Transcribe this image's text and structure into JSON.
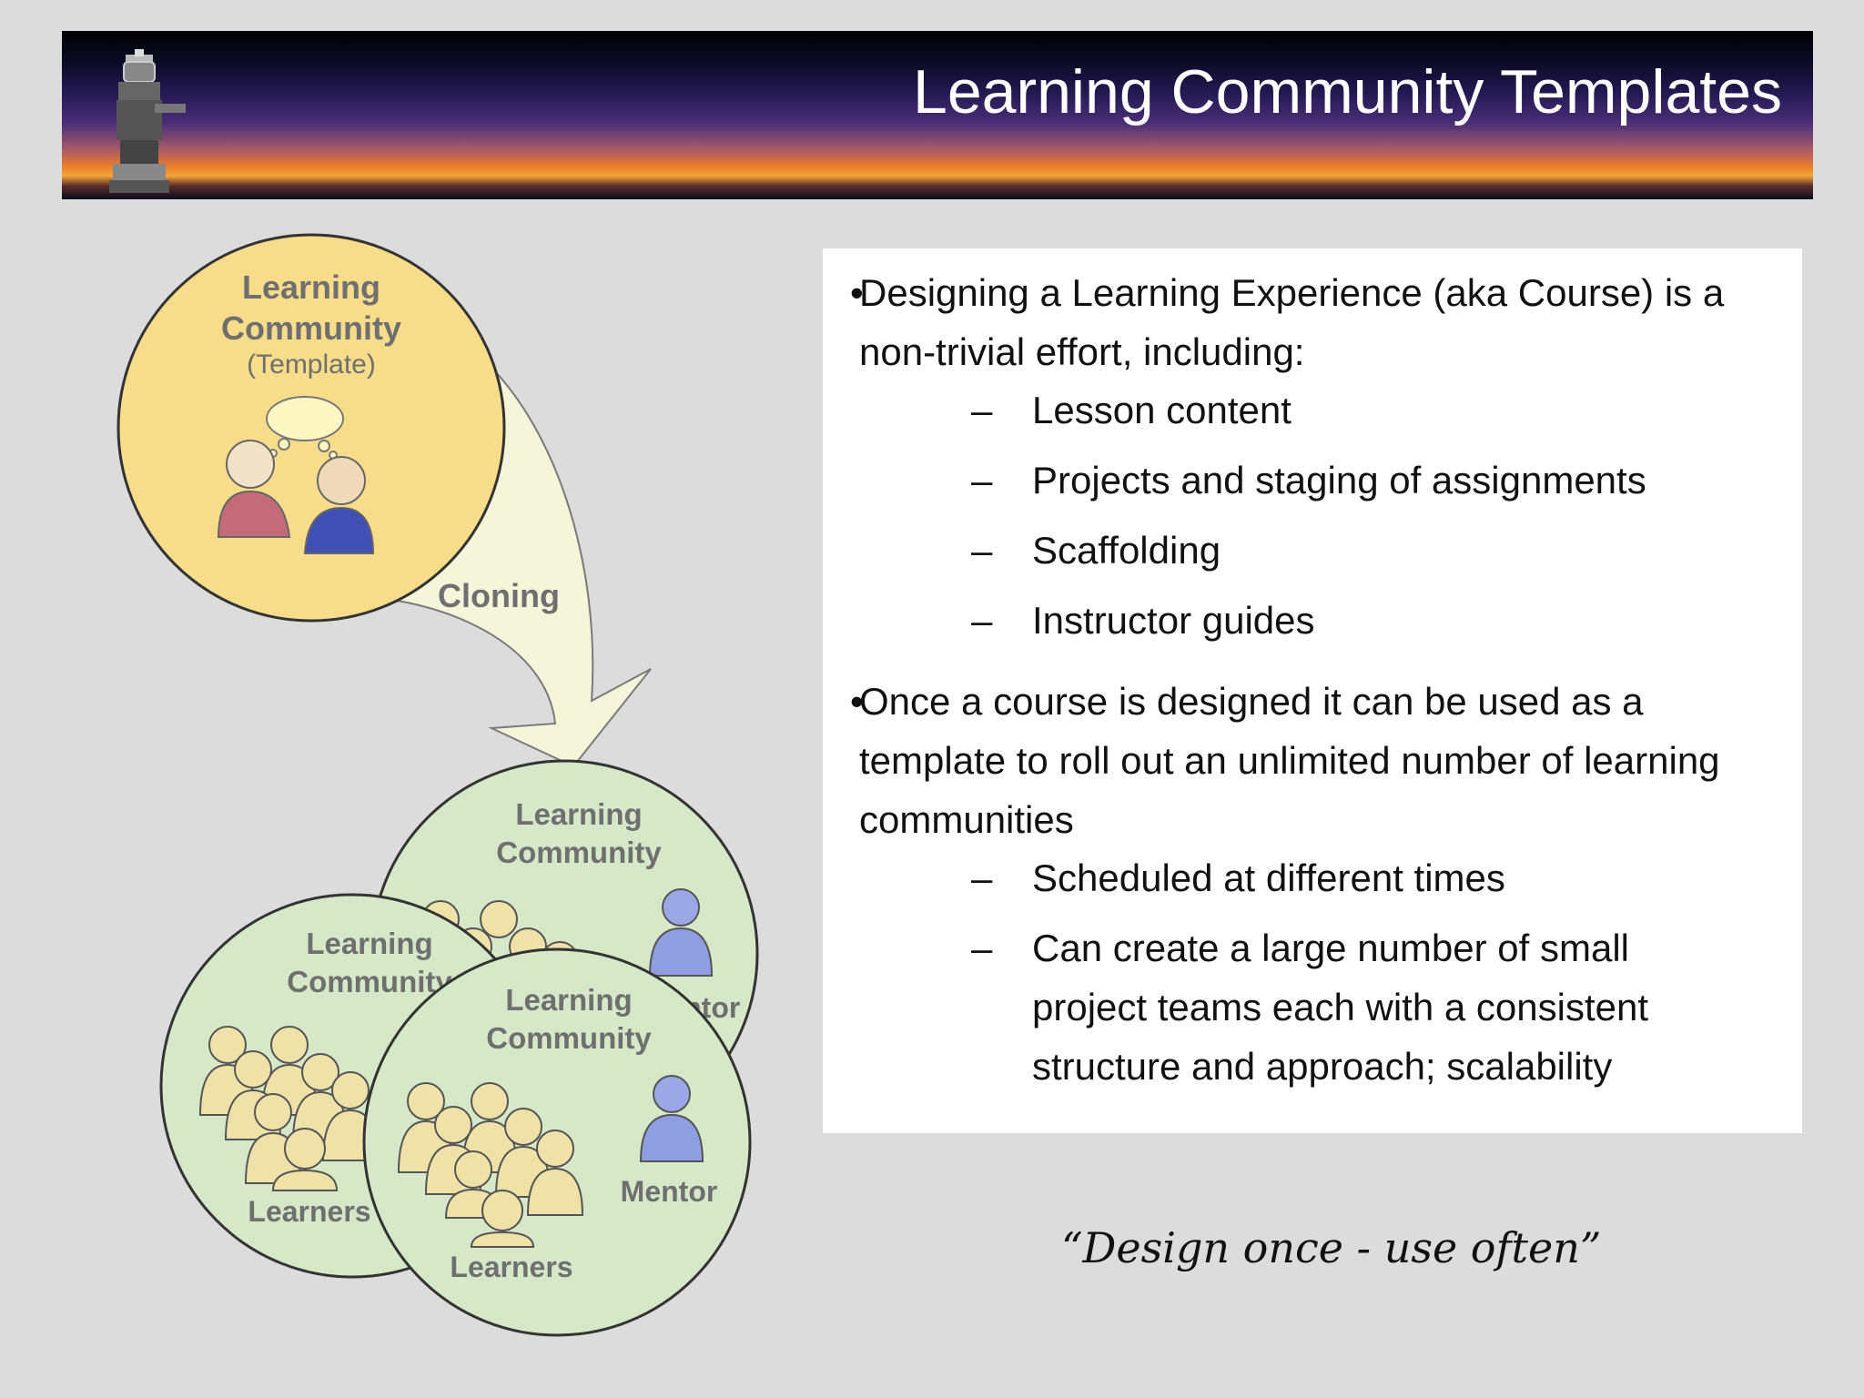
{
  "header": {
    "title": "Learning Community Templates"
  },
  "diagram": {
    "template": {
      "line1": "Learning",
      "line2": "Community",
      "line3": "(Template)"
    },
    "arrow_label": "Cloning",
    "clone_back": {
      "line1": "Learning",
      "line2": "Community",
      "mentor": "Mentor"
    },
    "clone_left": {
      "line1": "Learning",
      "line2": "Community",
      "learners": "Learners"
    },
    "clone_front": {
      "line1": "Learning",
      "line2": "Community",
      "mentor": "Mentor",
      "learners": "Learners"
    }
  },
  "bullets": [
    {
      "level": 1,
      "text": "Designing a Learning Experience (aka Course) is a non-trivial effort, including:"
    },
    {
      "level": 2,
      "text": "Lesson content"
    },
    {
      "level": 2,
      "text": "Projects and staging of assignments"
    },
    {
      "level": 2,
      "text": "Scaffolding"
    },
    {
      "level": 2,
      "text": "Instructor guides"
    },
    {
      "level": 1,
      "text": "Once a course is designed it can be used as a template to roll out an unlimited number of learning communities"
    },
    {
      "level": 2,
      "text": "Scheduled at different times"
    },
    {
      "level": 2,
      "text": "Can create a large number of small project teams each with a consistent structure and approach; scalability"
    }
  ],
  "markers": {
    "level1": "•",
    "level2": "–"
  },
  "tagline": "“Design once - use often”"
}
